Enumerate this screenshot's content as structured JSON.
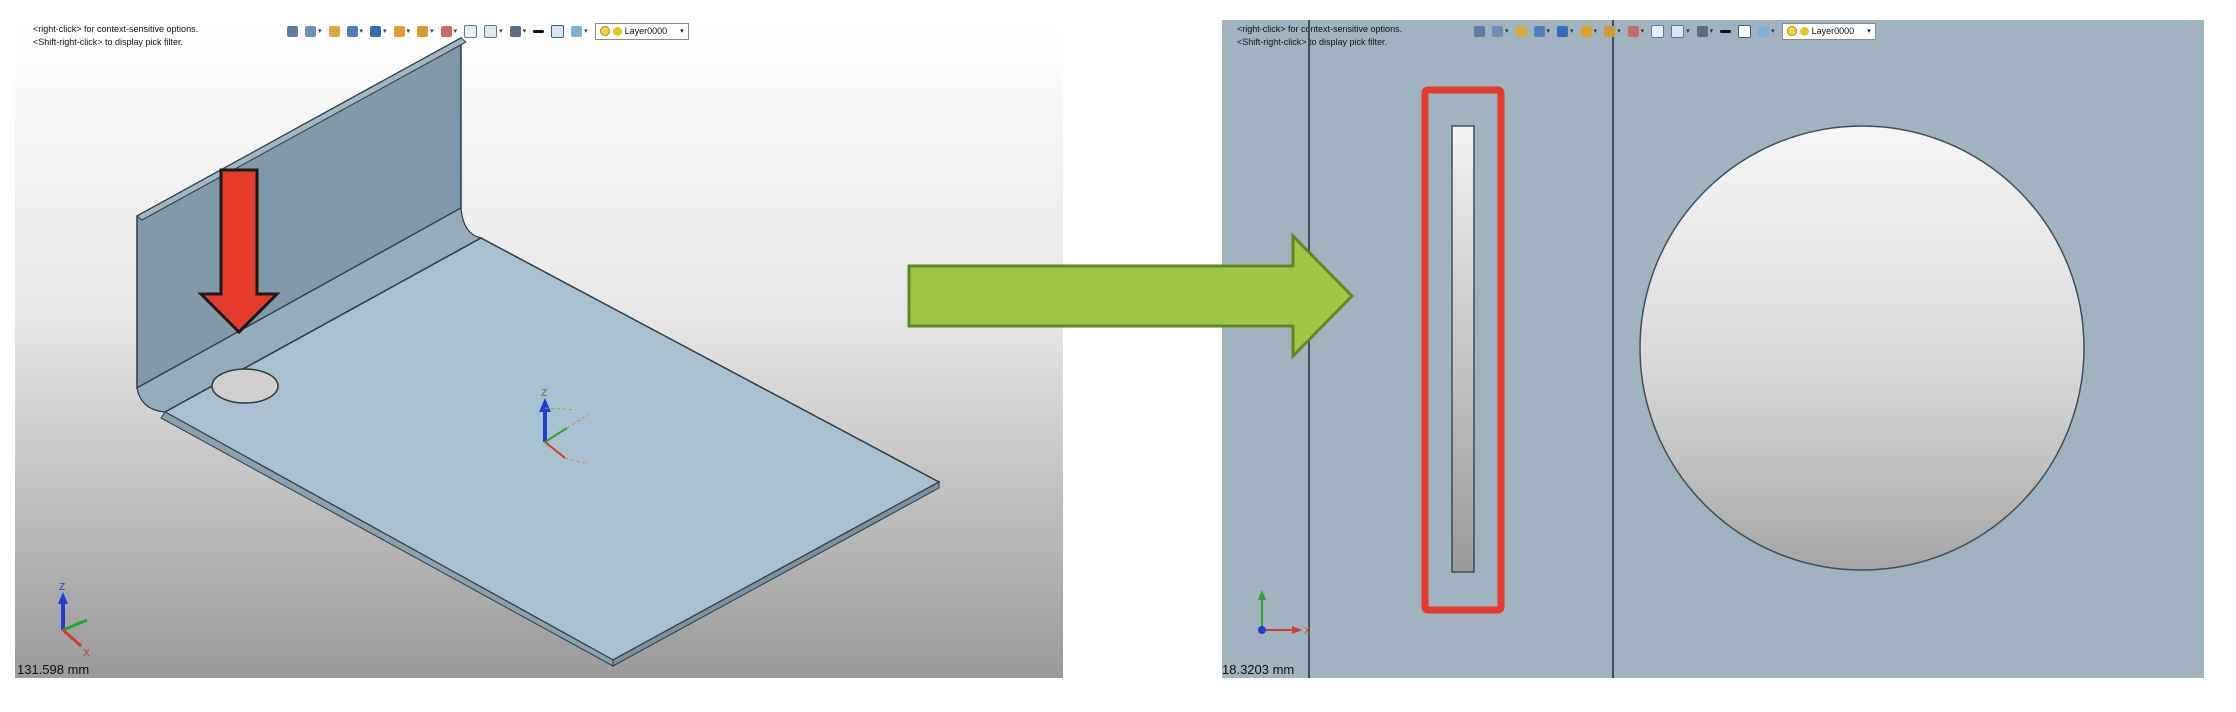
{
  "left_viewport": {
    "hint_line1": "<right-click> for context-sensitive options.",
    "hint_line2": "<Shift-right-click> to display pick filter.",
    "scale": "131.598 mm",
    "layer": "Layer0000",
    "triad_labels": {
      "z": "Z",
      "x": "X"
    }
  },
  "right_viewport": {
    "hint_line1": "<right-click> for context-sensitive options.",
    "hint_line2": "<Shift-right-click> to display pick filter.",
    "scale": "18.3203 mm",
    "layer": "Layer0000",
    "triad_labels": {
      "x": "X"
    }
  },
  "toolbar_icons": [
    "view-icon",
    "print-icon",
    "pencil-icon",
    "box-icon",
    "cube-icon",
    "shading-icon",
    "color-icon",
    "zoom-icon",
    "fit-icon",
    "layer-icon",
    "line-icon",
    "border-icon",
    "display-icon"
  ],
  "colors": {
    "part_face": "#a8c1d0",
    "part_wall": "#7f99a8",
    "part_edge": "#2e3b44",
    "highlight_red": "#e63a2a",
    "arrow_green": "#9cc746",
    "arrow_green_border": "#5e8a1e",
    "hole_fill": "#cfcfcf"
  }
}
